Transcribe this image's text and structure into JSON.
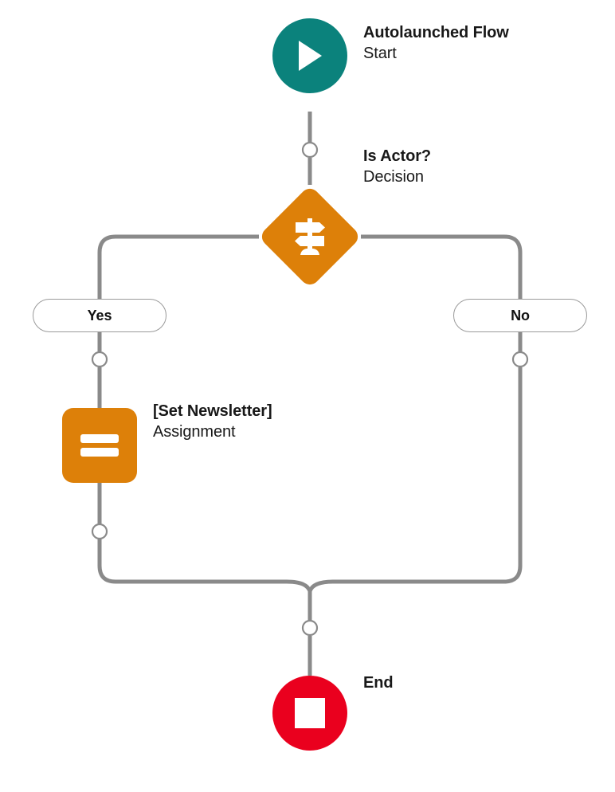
{
  "diagram": {
    "type": "flowchart",
    "title": "Autolaunched Flow",
    "background_color": "#ffffff",
    "connector_color": "#8A8A8A"
  },
  "nodes": [
    {
      "id": "start",
      "icon": "play-icon",
      "shape": "circle",
      "color": "#0B827C",
      "title": "Autolaunched Flow",
      "subtitle": "Start"
    },
    {
      "id": "decision",
      "icon": "signpost-icon",
      "shape": "diamond",
      "color": "#DD8009",
      "title": "Is Actor?",
      "subtitle": "Decision"
    },
    {
      "id": "assignment",
      "icon": "equals-icon",
      "shape": "rounded-square",
      "color": "#DD8009",
      "title": "[Set Newsletter]",
      "subtitle": "Assignment"
    },
    {
      "id": "end",
      "icon": "stop-icon",
      "shape": "circle",
      "color": "#EA001E",
      "title": "End",
      "subtitle": ""
    }
  ],
  "branches": [
    {
      "id": "yes",
      "label": "Yes"
    },
    {
      "id": "no",
      "label": "No"
    }
  ]
}
